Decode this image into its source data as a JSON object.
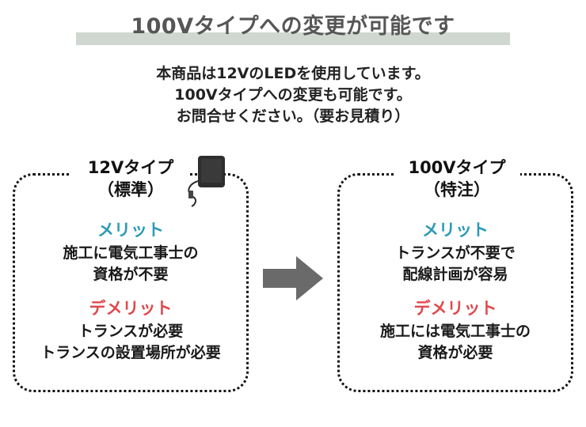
{
  "title": "100Vタイプへの変更が可能です",
  "intro": [
    "本商品は12VのLEDを使用しています。",
    "100Vタイプへの変更も可能です。",
    "お問合せください。（要お見積り）"
  ],
  "left": {
    "heading": "12Vタイプ",
    "subheading": "（標準）",
    "merit_label": "メリット",
    "merit_lines": [
      "施工に電気工事士の",
      "資格が不要"
    ],
    "demerit_label": "デメリット",
    "demerit_lines": [
      "トランスが必要",
      "トランスの設置場所が必要"
    ]
  },
  "right": {
    "heading": "100Vタイプ",
    "subheading": "（特注）",
    "merit_label": "メリット",
    "merit_lines": [
      "トランスが不要で",
      "配線計画が容易"
    ],
    "demerit_label": "デメリット",
    "demerit_lines": [
      "施工には電気工事士の",
      "資格が必要"
    ]
  },
  "colors": {
    "merit": "#2a9bb8",
    "demerit": "#e0484d",
    "title_band": "#cfd7d0",
    "arrow": "#6a6a6a"
  },
  "icons": {
    "arrow": "arrow-right-icon",
    "adapter": "power-adapter-icon"
  }
}
